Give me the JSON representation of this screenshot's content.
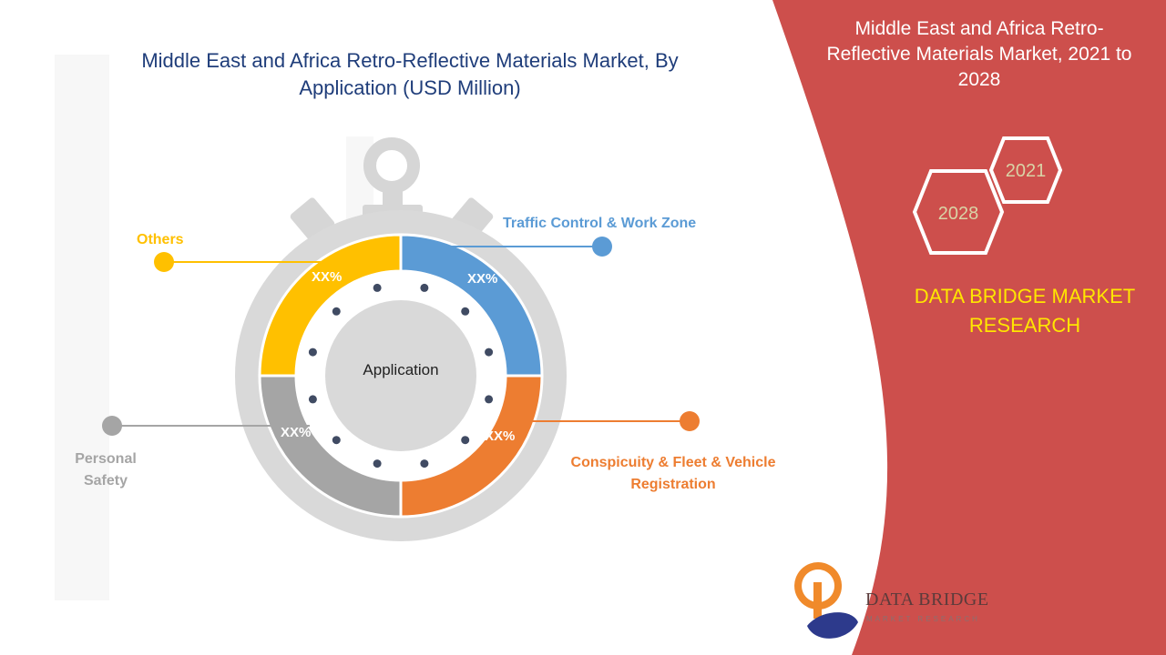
{
  "title": "Middle East and Africa Retro-Reflective Materials Market, By Application (USD Million)",
  "side_panel": {
    "title": "Middle East and Africa Retro-Reflective Materials Market, 2021 to 2028",
    "hex_back_year": "2021",
    "hex_front_year": "2028",
    "brand_line1": "DATA BRIDGE MARKET",
    "brand_line2": "RESEARCH"
  },
  "diagram": {
    "center_label": "Application",
    "segments": [
      {
        "label": "Traffic Control & Work Zone",
        "value": "XX%",
        "color": "#5b9bd5"
      },
      {
        "label": "Conspicuity & Fleet & Vehicle Registration",
        "value": "XX%",
        "color": "#ed7d31"
      },
      {
        "label": "Personal Safety",
        "value": "XX%",
        "color": "#a5a5a5"
      },
      {
        "label": "Others",
        "value": "XX%",
        "color": "#ffc000"
      }
    ]
  },
  "labels": {
    "traffic": "Traffic Control & Work Zone",
    "conspicuity_line1": "Conspicuity & Fleet & Vehicle",
    "conspicuity_line2": "Registration",
    "personal_line1": "Personal",
    "personal_line2": "Safety",
    "others": "Others"
  },
  "logo": {
    "name": "DATA BRIDGE",
    "tagline": "MARKET RESEARCH"
  },
  "colors": {
    "panel": "#cd4f4c",
    "blue": "#5b9bd5",
    "orange": "#ed7d31",
    "gray": "#a5a5a5",
    "yellow": "#ffc000",
    "title": "#1f3d7a",
    "brand_yellow": "#ffe600"
  }
}
